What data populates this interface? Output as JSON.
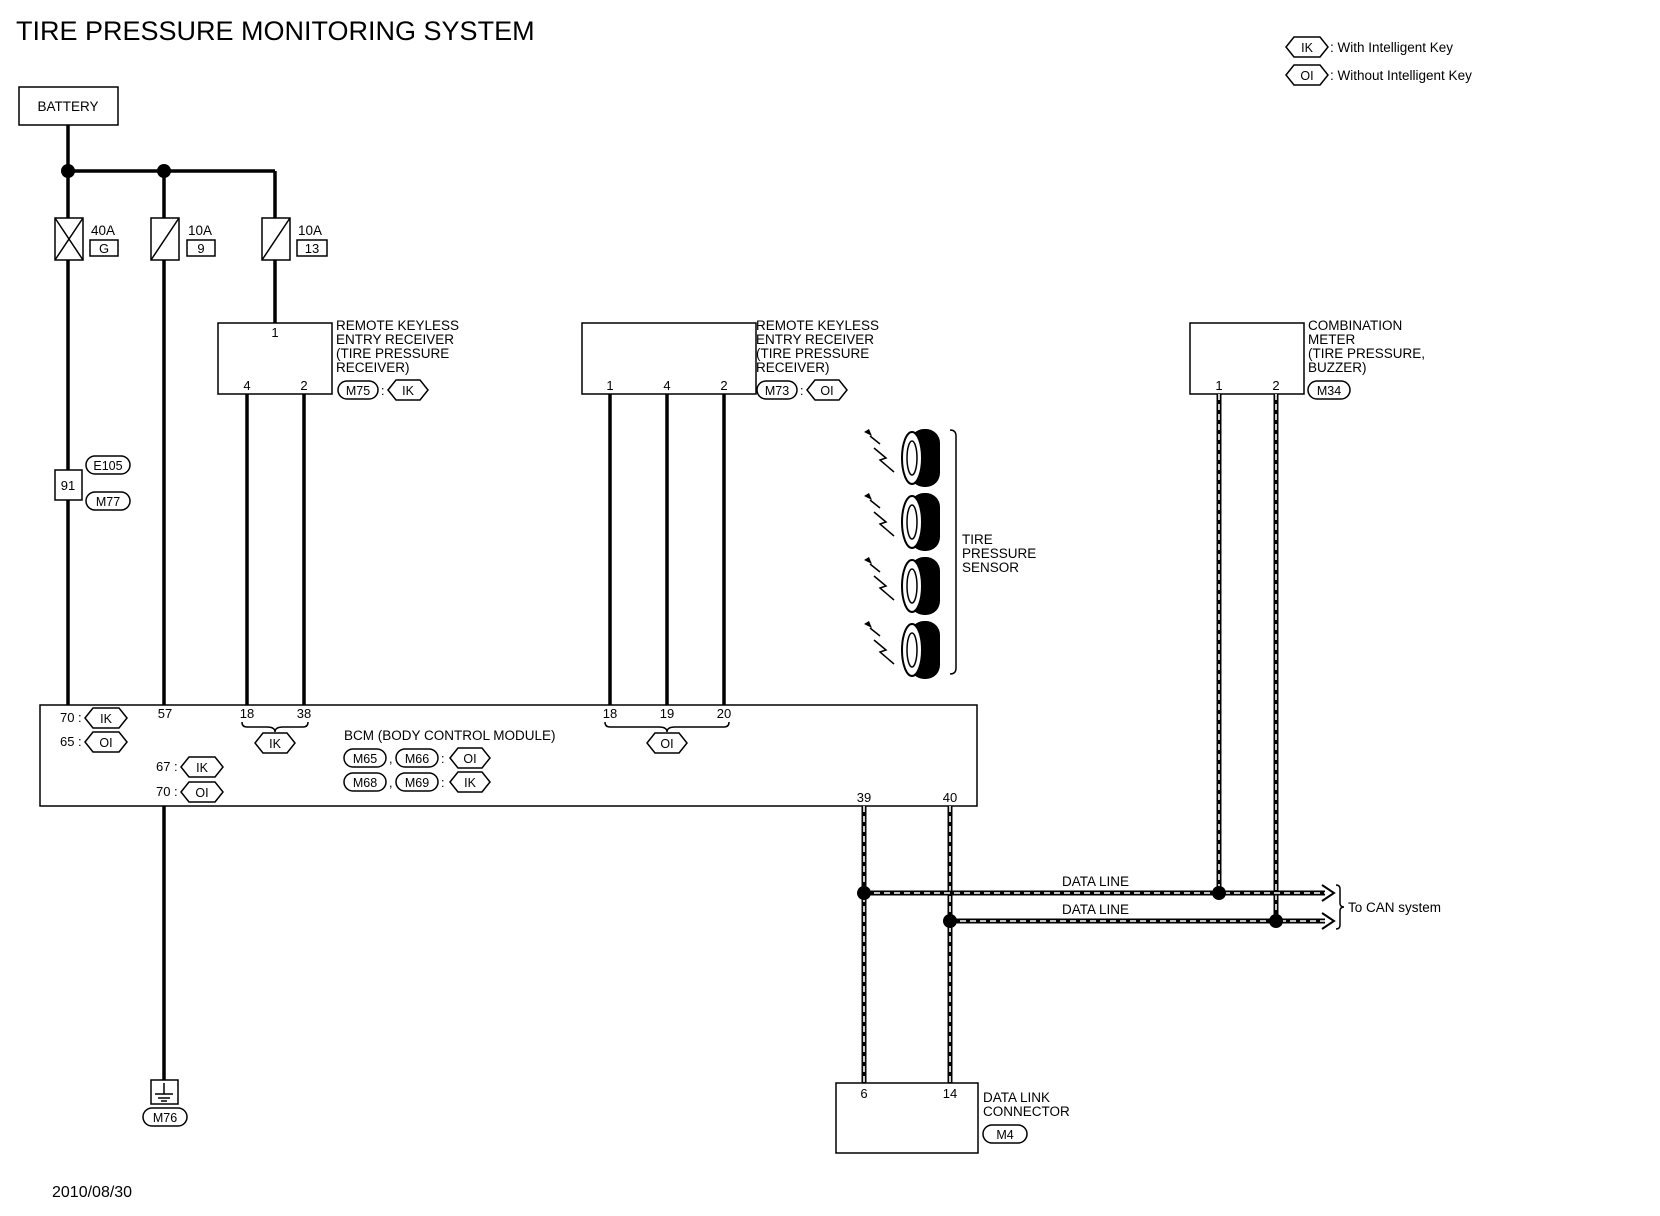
{
  "title": "TIRE PRESSURE MONITORING SYSTEM",
  "date": "2010/08/30",
  "legend": {
    "ik_code": "IK",
    "ik_text": ": With Intelligent Key",
    "oi_code": "OI",
    "oi_text": ": Without Intelligent Key"
  },
  "battery": "BATTERY",
  "fuses": [
    {
      "rating": "40A",
      "number": "G"
    },
    {
      "rating": "10A",
      "number": "9"
    },
    {
      "rating": "10A",
      "number": "13"
    }
  ],
  "joint_connector": {
    "pin": "91",
    "connectors": [
      "E105",
      "M77"
    ]
  },
  "rke_ik": {
    "name": [
      "REMOTE KEYLESS",
      "ENTRY RECEIVER",
      "(TIRE PRESSURE",
      " RECEIVER)"
    ],
    "connector": "M75",
    "variant": "IK",
    "pins_top": [
      "1"
    ],
    "pins_bottom": [
      "4",
      "2"
    ]
  },
  "rke_oi": {
    "name": [
      "REMOTE KEYLESS",
      "ENTRY RECEIVER",
      "(TIRE PRESSURE",
      " RECEIVER)"
    ],
    "connector": "M73",
    "variant": "OI",
    "pins_bottom": [
      "1",
      "4",
      "2"
    ]
  },
  "combination_meter": {
    "name": [
      "COMBINATION",
      "METER",
      "(TIRE PRESSURE,",
      " BUZZER)"
    ],
    "connector": "M34",
    "pins": [
      "1",
      "2"
    ]
  },
  "tire_sensor": {
    "name": [
      "TIRE",
      "PRESSURE",
      "SENSOR"
    ]
  },
  "bcm": {
    "name": "BCM (BODY CONTROL MODULE)",
    "connectors_row1": [
      "M65",
      "M66"
    ],
    "variant_row1": "OI",
    "connectors_row2": [
      "M68",
      "M69"
    ],
    "variant_row2": "IK",
    "pin_70_ik": "70",
    "pin_65_oi": "65",
    "pin_57": "57",
    "pin_67_ik": "67",
    "pin_70_oi": "70",
    "pins_ik": [
      "18",
      "38"
    ],
    "pins_oi": [
      "18",
      "19",
      "20"
    ],
    "pins_can": [
      "39",
      "40"
    ]
  },
  "ground": {
    "connector": "M76"
  },
  "data_line_label": "DATA LINE",
  "to_can": "To CAN system",
  "dlc": {
    "name": [
      "DATA LINK",
      "CONNECTOR"
    ],
    "connector": "M4",
    "pins": [
      "6",
      "14"
    ]
  }
}
